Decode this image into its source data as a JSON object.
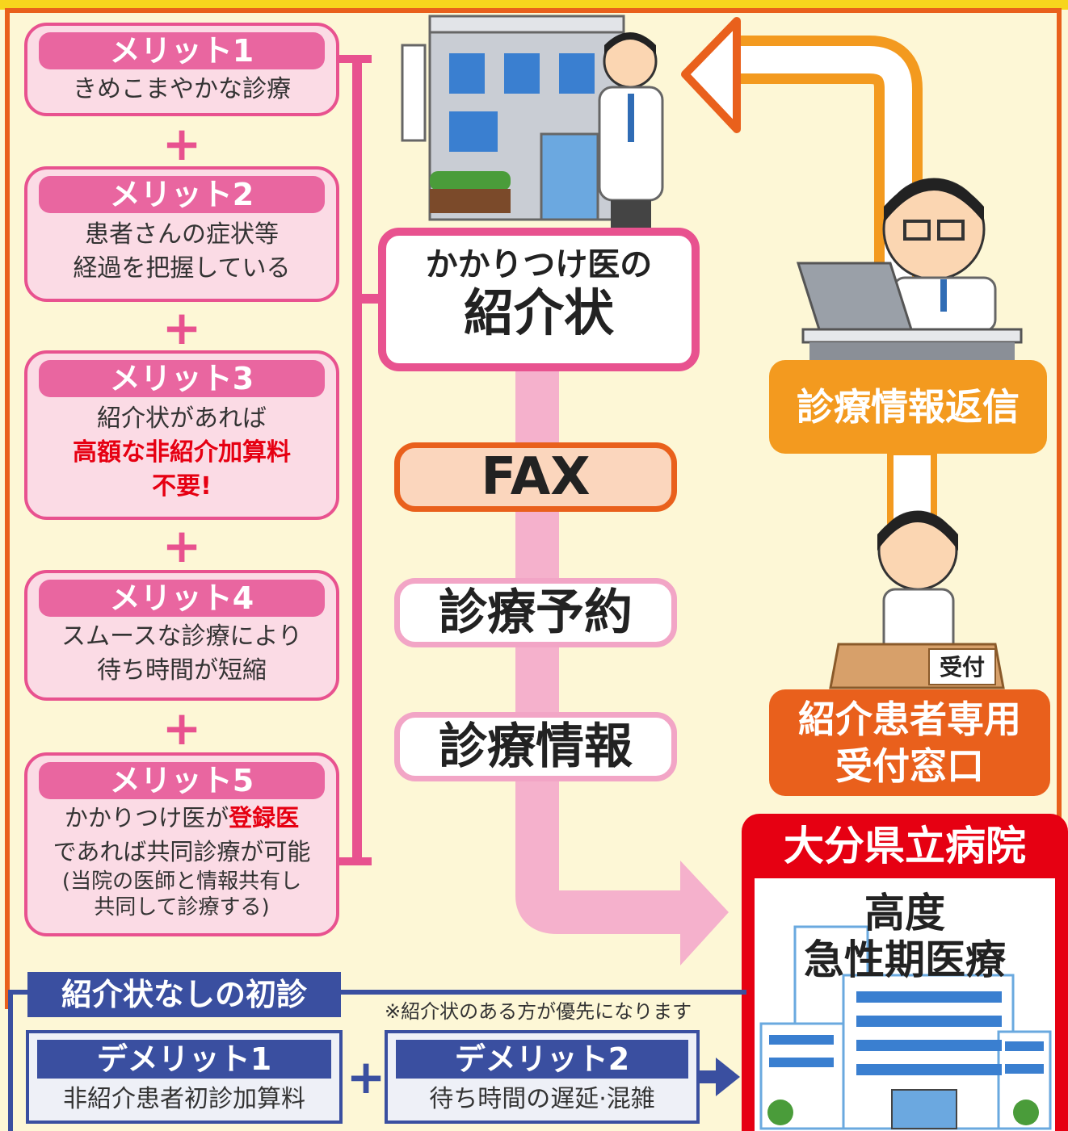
{
  "merits": [
    {
      "title": "メリット1",
      "lines": [
        "きめこまやかな診療"
      ]
    },
    {
      "title": "メリット2",
      "lines": [
        "患者さんの症状等",
        "経過を把握している"
      ]
    },
    {
      "title": "メリット3",
      "line1": "紹介状があれば",
      "line2": "高額な非紹介加算料",
      "line3": "不要!"
    },
    {
      "title": "メリット4",
      "lines": [
        "スムースな診療により",
        "待ち時間が短縮"
      ]
    },
    {
      "title": "メリット5",
      "line1_prefix": "かかりつけ医が",
      "line1_highlight": "登録医",
      "line2": "であれば共同診療が可能",
      "line3": "(当院の医師と情報共有し",
      "line4": "共同して診療する)"
    }
  ],
  "plus_symbol": "+",
  "referral": {
    "line1": "かかりつけ医の",
    "line2": "紹介状"
  },
  "flow": {
    "fax": "FAX",
    "appointment": "診療予約",
    "info": "診療情報"
  },
  "reply": "診療情報返信",
  "reception_sign": "受付",
  "reception": {
    "line1": "紹介患者専用",
    "line2": "受付窓口"
  },
  "hospital": {
    "name": "大分県立病院",
    "line1": "高度",
    "line2": "急性期医療"
  },
  "no_referral": {
    "title": "紹介状なしの初診",
    "note": "※紹介状のある方が優先になります",
    "demerits": [
      {
        "title": "デメリット1",
        "text": "非紹介患者初診加算料"
      },
      {
        "title": "デメリット2",
        "text": "待ち時間の遅延·混雑"
      }
    ]
  },
  "colors": {
    "pink": "#e8528f",
    "orange": "#e9601c",
    "amber": "#f39a1f",
    "red": "#e60012",
    "navy": "#3a4fa0",
    "cream": "#fdf7d6"
  }
}
